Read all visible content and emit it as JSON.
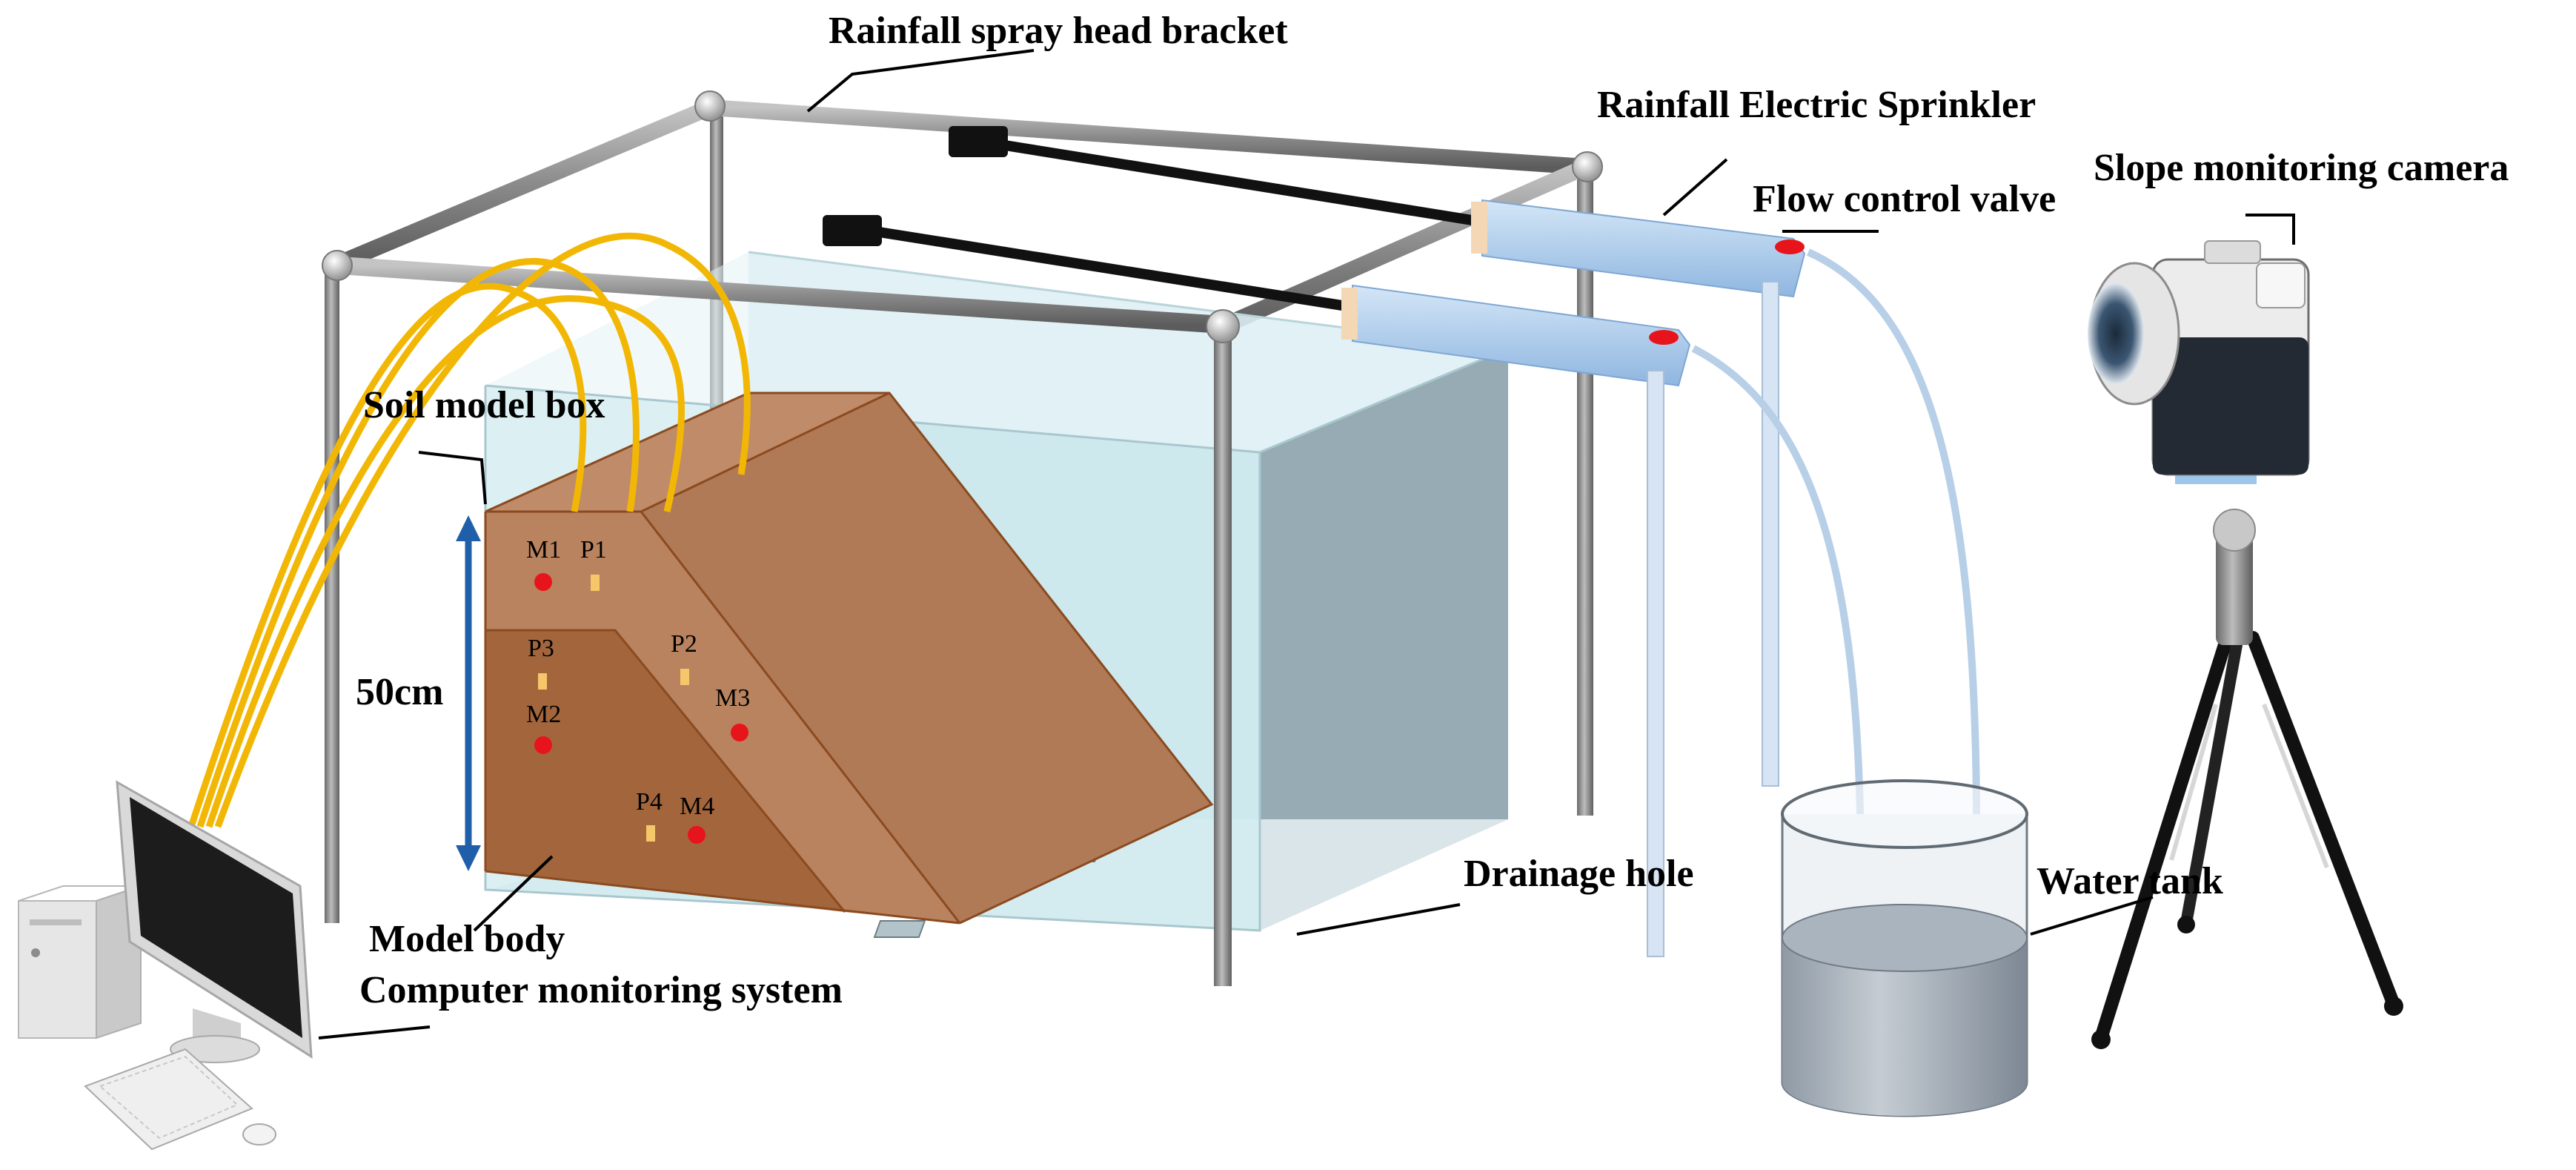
{
  "labels": {
    "bracket": "Rainfall spray head bracket",
    "sprinkler": "Rainfall Electric Sprinkler",
    "valve": "Flow control valve",
    "camera": "Slope monitoring camera",
    "soil_box": "Soil model box",
    "height": "50cm",
    "model_body": "Model body",
    "computer": "Computer monitoring system",
    "drainage": "Drainage hole",
    "water_tank": "Water tank"
  },
  "sensors": {
    "M1": "M1",
    "P1": "P1",
    "P2": "P2",
    "P3": "P3",
    "M2": "M2",
    "M3": "M3",
    "P4": "P4",
    "M4": "M4"
  },
  "colors": {
    "soil_light": "#b5825f",
    "soil_dark": "#a3663c",
    "soil_edge": "#8b4a1f",
    "box_glass": "#cfe8ee",
    "box_side": "#8fa3ad",
    "frame": "#8a8a8a",
    "cable": "#f2b705",
    "sprinkler": "#a9c9ea",
    "hose": "#b8cfe8",
    "moisture_sensor": "#e8141b",
    "pressure_sensor": "#f6c66a",
    "arrow": "#1f5faa"
  }
}
